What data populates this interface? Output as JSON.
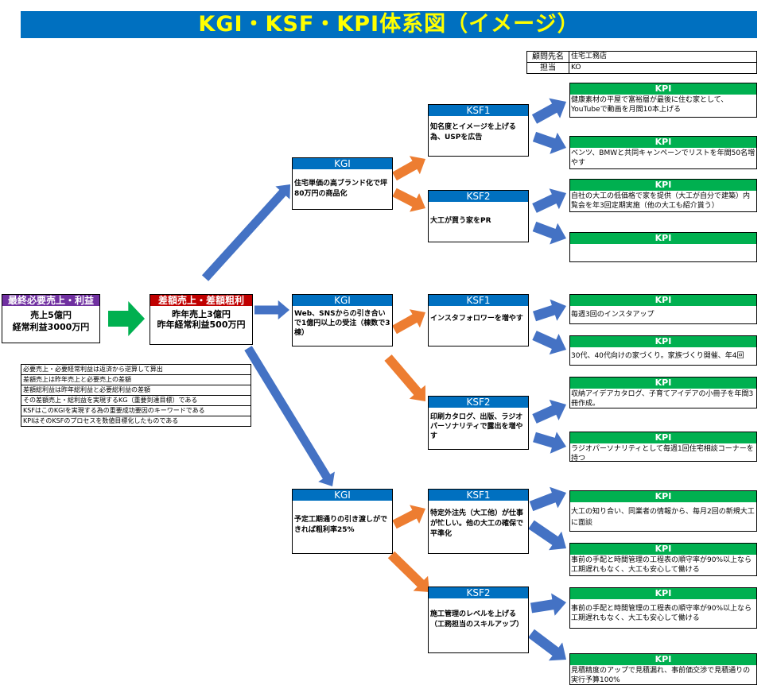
{
  "title": "KGI・KSF・KPI体系図（イメージ）",
  "info": {
    "rows": [
      {
        "label": "顧問先名",
        "value": "住宅工務店"
      },
      {
        "label": "担当",
        "value": "KO"
      }
    ]
  },
  "goal": {
    "header": "最終必要売上・利益",
    "lines": [
      "売上5億円",
      "経常利益3000万円"
    ]
  },
  "diff": {
    "header": "差額売上・差額粗利",
    "lines": [
      "昨年売上3億円",
      "昨年経常利益500万円"
    ]
  },
  "notes": [
    "必要売上・必要経常利益は返済から逆算して算出",
    "差額売上は昨年売上と必要売上の差額",
    "差額総利益は昨年総利益と必要総利益の差額",
    "その差額売上・総利益を実現するKG（重要到達目標）である",
    "KSFはこのKGIを実現する為の重要成功要因のキーワードである",
    "KPIはそのKSFのプロセスを数値目標化したものである"
  ],
  "kgi": [
    {
      "header": "KGI",
      "text": "住宅単価の高ブランド化で坪80万円の商品化"
    },
    {
      "header": "KGI",
      "text": "Web、SNSからの引き合いで1億円以上の受注（棟数で3棟）"
    },
    {
      "header": "KGI",
      "text": "予定工期通りの引き渡しができれば粗利率25%"
    }
  ],
  "ksf": [
    {
      "header": "KSF1",
      "text": "知名度とイメージを上げる為、USPを広告"
    },
    {
      "header": "KSF2",
      "text": "大工が買う家をPR"
    },
    {
      "header": "KSF1",
      "text": "インスタフォロワーを増やす"
    },
    {
      "header": "KSF2",
      "text": "印刷カタログ、出版、ラジオパーソナリティで露出を増やす"
    },
    {
      "header": "KSF1",
      "text": "特定外注先（大工他）が仕事が忙しい。他の大工の確保で平準化"
    },
    {
      "header": "KSF2",
      "text": "施工管理のレベルを上げる（工務担当のスキルアップ）"
    }
  ],
  "kpi": [
    {
      "header": "KPI",
      "text": "健康素材の平屋で富裕層が最後に住む家として、YouTubeで動画を月間10本上げる"
    },
    {
      "header": "KPI",
      "text": "ベンツ、BMWと共同キャンペーンでリストを年間50名増やす"
    },
    {
      "header": "KPI",
      "text": "自社の大工の低価格で家を提供（大工が自分で建築）内覧会を年3回定期実施（他の大工も紹介貰う）"
    },
    {
      "header": "KPI",
      "text": ""
    },
    {
      "header": "KPI",
      "text": "毎週3回のインスタアップ"
    },
    {
      "header": "KPI",
      "text": "30代、40代向けの家づくり。家族づくり開催、年4回"
    },
    {
      "header": "KPI",
      "text": "収納アイデアカタログ、子育てアイデアの小冊子を年間3冊作成。"
    },
    {
      "header": "KPI",
      "text": "ラジオパーソナリティとして毎週1回住宅相談コーナーを持つ"
    },
    {
      "header": "KPI",
      "text": "大工の知り合い、同業者の情報から、毎月2回の新規大工に面談"
    },
    {
      "header": "KPI",
      "text": "事前の手配と時間管理の工程表の順守率が90%以上なら工期遅れもなく、大工も安心して働ける"
    },
    {
      "header": "KPI",
      "text": "事前の手配と時間管理の工程表の順守率が90%以上なら工期遅れもなく、大工も安心して働ける"
    },
    {
      "header": "KPI",
      "text": "見積精度のアップで見積漏れ、事前価交渉で見積通りの実行予算100%"
    }
  ],
  "colors": {
    "title_bg": "#0070c0",
    "title_text": "#ffff00",
    "arrow_blue": "#4472c4",
    "arrow_orange": "#ed7d31",
    "arrow_green": "#00b050",
    "kpi_header": "#00b050",
    "ksf_header": "#0070c0",
    "goal_header": "#7030a0",
    "diff_header": "#c00000"
  }
}
